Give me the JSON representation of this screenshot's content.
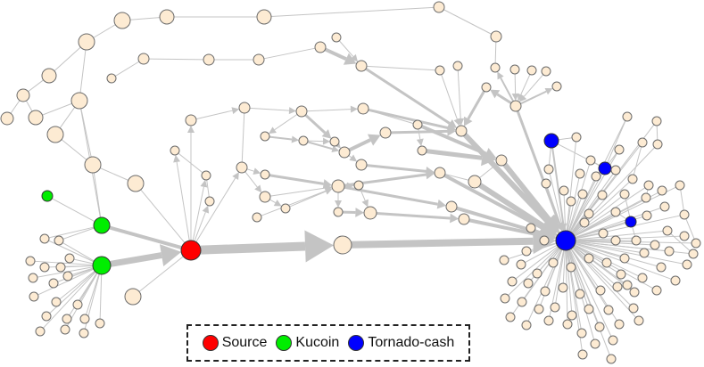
{
  "legend": {
    "source": {
      "label": "Source",
      "color": "#ff0000"
    },
    "kucoin": {
      "label": "Kucoin",
      "color": "#00ee00"
    },
    "tornado": {
      "label": "Tornado-cash",
      "color": "#0000ff"
    }
  },
  "colors": {
    "plain_node": "#fdebd3",
    "edge": "#c4c4c4"
  }
}
